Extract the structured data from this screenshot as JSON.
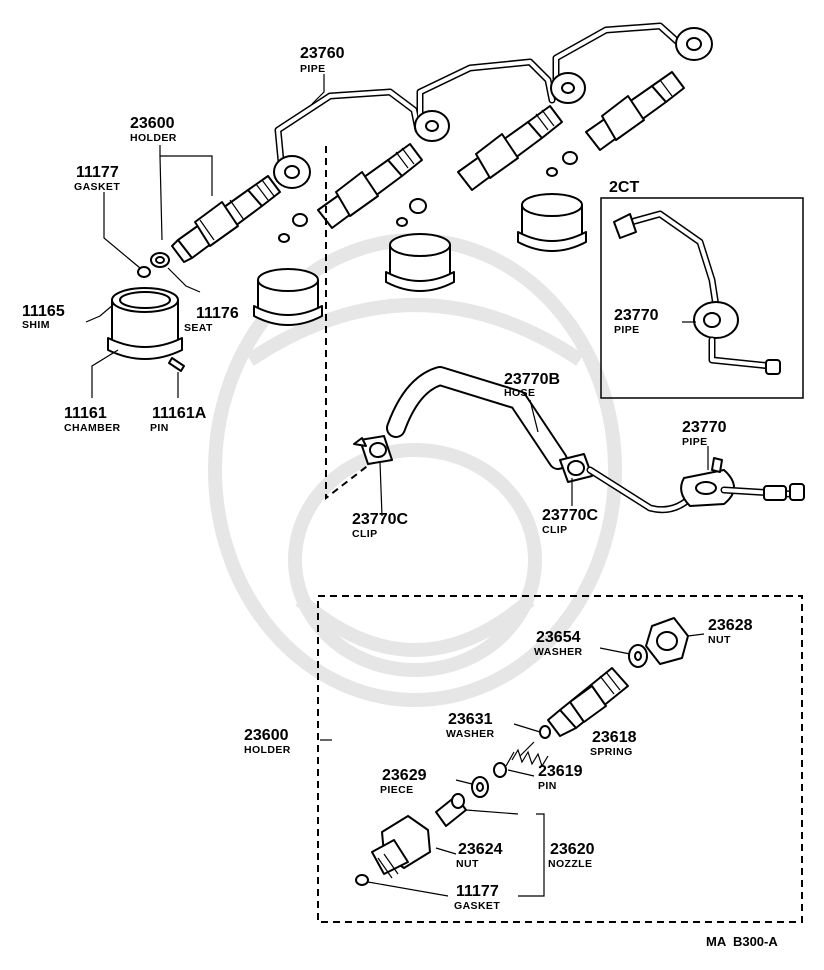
{
  "groups": {
    "variant_code": "2CT"
  },
  "callouts": {
    "pipe_23760": {
      "number": "23760",
      "caption": "PIPE"
    },
    "holder_23600": {
      "number": "23600",
      "caption": "HOLDER"
    },
    "gasket_11177": {
      "number": "11177",
      "caption": "GASKET"
    },
    "shim_11165": {
      "number": "11165",
      "caption": "SHIM"
    },
    "seat_11176": {
      "number": "11176",
      "caption": "SEAT"
    },
    "chamber_11161": {
      "number": "11161",
      "caption": "CHAMBER"
    },
    "pin_11161A": {
      "number": "11161A",
      "caption": "PIN"
    },
    "pipe_23770_2ct": {
      "number": "23770",
      "caption": "PIPE"
    },
    "hose_23770B": {
      "number": "23770B",
      "caption": "HOSE"
    },
    "pipe_23770": {
      "number": "23770",
      "caption": "PIPE"
    },
    "clip_23770C_a": {
      "number": "23770C",
      "caption": "CLIP"
    },
    "clip_23770C_b": {
      "number": "23770C",
      "caption": "CLIP"
    },
    "nut_23628": {
      "number": "23628",
      "caption": "NUT"
    },
    "washer_23654": {
      "number": "23654",
      "caption": "WASHER"
    },
    "holder_23600_detail": {
      "number": "23600",
      "caption": "HOLDER"
    },
    "washer_23631": {
      "number": "23631",
      "caption": "WASHER"
    },
    "spring_23618": {
      "number": "23618",
      "caption": "SPRING"
    },
    "piece_23629": {
      "number": "23629",
      "caption": "PIECE"
    },
    "pin_23619": {
      "number": "23619",
      "caption": "PIN"
    },
    "nut_23624": {
      "number": "23624",
      "caption": "NUT"
    },
    "nozzle_23620": {
      "number": "23620",
      "caption": "NOZZLE"
    },
    "gasket_11177_detail": {
      "number": "11177",
      "caption": "GASKET"
    }
  },
  "footer": {
    "reference": "MA  B300-A"
  }
}
